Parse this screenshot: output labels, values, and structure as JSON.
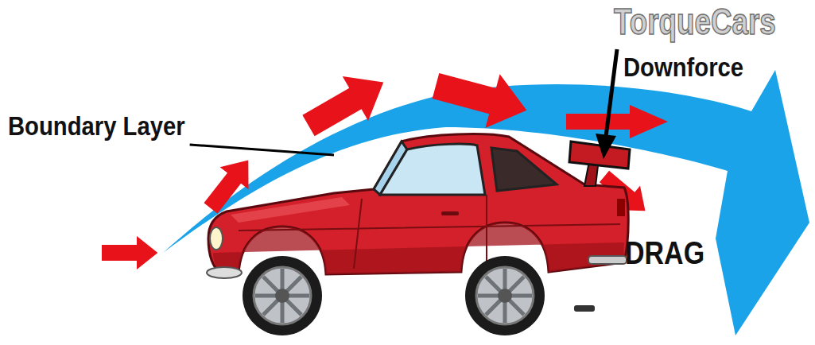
{
  "diagram": {
    "labels": [
      "Boundary Layer",
      "Downforce",
      "DRAG",
      "TorqueCars"
    ]
  }
}
